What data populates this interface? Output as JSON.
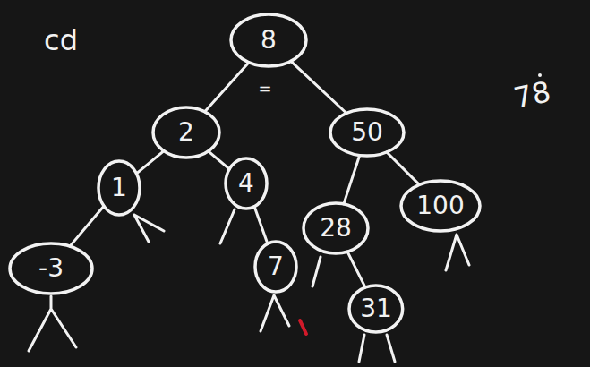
{
  "diagram": {
    "nodes": [
      {
        "text": [
          "8"
        ]
      },
      {
        "text": [
          "2"
        ]
      },
      {
        "text": [
          "50"
        ]
      },
      {
        "text": [
          "1"
        ]
      },
      {
        "text": [
          "4"
        ]
      },
      {
        "text": [
          "28"
        ]
      },
      {
        "text": [
          "100"
        ]
      },
      {
        "text": [
          "-3"
        ]
      },
      {
        "text": [
          "7"
        ]
      },
      {
        "text": [
          "31"
        ]
      }
    ],
    "edges": [
      {
        "from": 0,
        "to": 1,
        "arrow": "none"
      },
      {
        "from": 0,
        "to": 2,
        "arrow": "none"
      },
      {
        "from": 1,
        "to": 3,
        "arrow": "none"
      },
      {
        "from": 1,
        "to": 4,
        "arrow": "none"
      },
      {
        "from": 2,
        "to": 5,
        "arrow": "none"
      },
      {
        "from": 2,
        "to": 6,
        "arrow": "none"
      },
      {
        "from": 3,
        "to": 7,
        "arrow": "none"
      },
      {
        "from": 4,
        "to": 8,
        "arrow": "none"
      },
      {
        "from": 5,
        "to": 9,
        "arrow": "none"
      }
    ],
    "labels": [
      "cd",
      "78",
      "="
    ]
  }
}
